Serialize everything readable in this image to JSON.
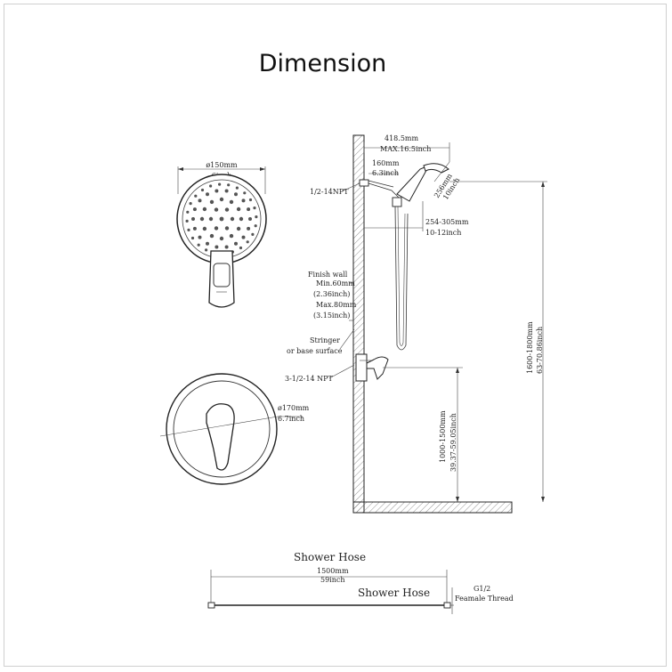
{
  "title": "Dimension",
  "shower_head": {
    "diameter_mm": "ø150mm",
    "diameter_in": "6inch"
  },
  "trim_plate": {
    "diameter_mm": "ø170mm",
    "diameter_in": "6.7inch"
  },
  "side_view": {
    "arm_length_mm": "418.5mm",
    "arm_length_in": "MAX.16.5inch",
    "arm_drop_mm": "160mm",
    "arm_drop_in": "6.3inch",
    "head_mm": "256mm",
    "head_in": "10inch",
    "holder_mm": "254-305mm",
    "holder_in": "10-12inch",
    "npt_top": "1/2-14NPT",
    "finish_wall_1": "Finish wall",
    "finish_wall_min_mm": "Min.60mm",
    "finish_wall_min_in": "(2.36inch)",
    "finish_wall_max_mm": "Max.80mm",
    "finish_wall_max_in": "(3.15inch)",
    "stringer_1": "Stringer",
    "stringer_2": "or base surface",
    "npt_valve": "3-1/2-14 NPT",
    "valve_height_mm": "1000-1500mm",
    "valve_height_in": "39.37-59.05inch",
    "head_height_mm": "1600-1800mm",
    "head_height_in": "63-70.86inch"
  },
  "hose": {
    "label_top": "Shower Hose",
    "length_mm": "1500mm",
    "length_in": "59inch",
    "label_inline": "Shower Hose",
    "thread_1": "G1/2",
    "thread_2": "Feamale Thread"
  }
}
